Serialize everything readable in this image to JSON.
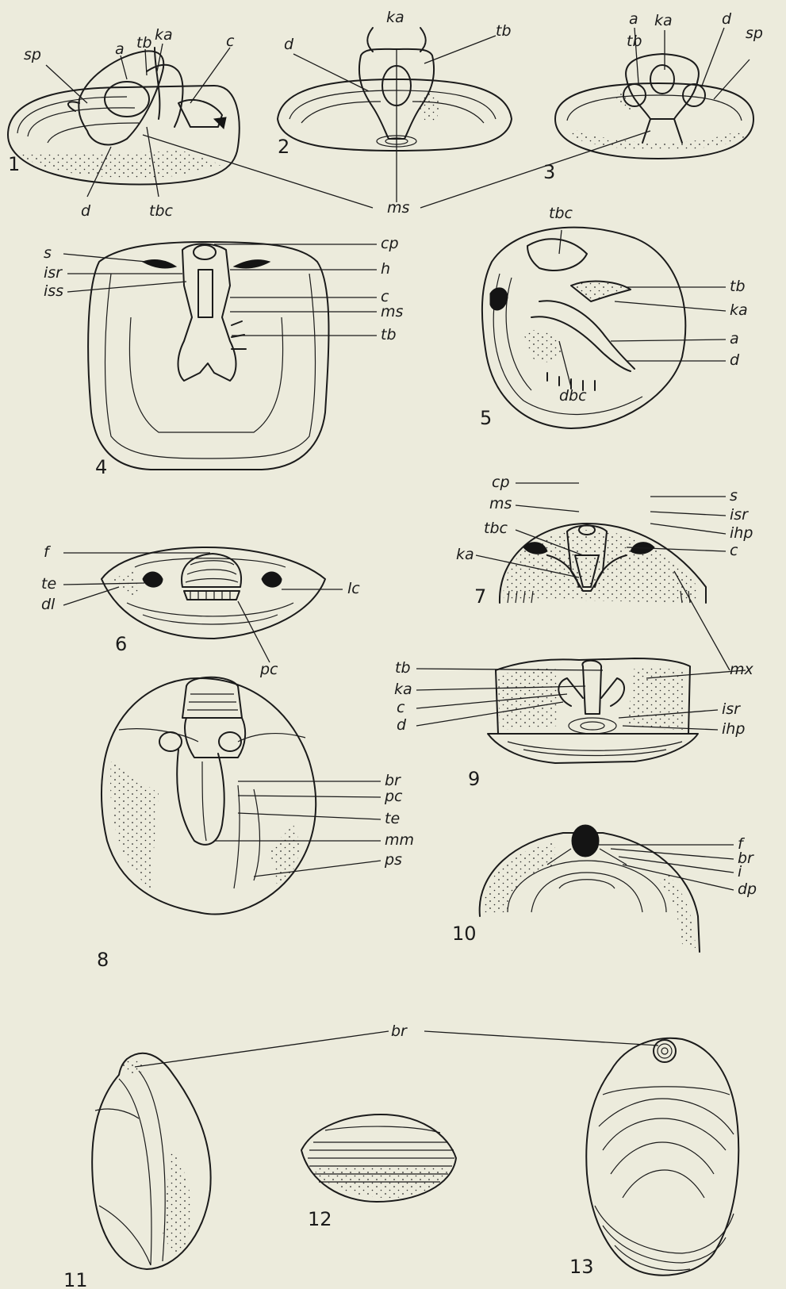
{
  "figures": [
    {
      "number": "1",
      "labels": [
        "sp",
        "a",
        "ka",
        "tb",
        "c",
        "d",
        "tbc"
      ]
    },
    {
      "number": "2",
      "labels": [
        "d",
        "ka",
        "tb"
      ]
    },
    {
      "number": "3",
      "labels": [
        "a",
        "ka",
        "tb",
        "d",
        "sp"
      ]
    },
    {
      "number": "4",
      "labels": [
        "s",
        "isr",
        "iss",
        "cp",
        "h",
        "c",
        "ms",
        "tb"
      ]
    },
    {
      "number": "5",
      "labels": [
        "tbc",
        "tb",
        "ka",
        "a",
        "d",
        "dbc"
      ]
    },
    {
      "number": "6",
      "labels": [
        "f",
        "te",
        "dl",
        "lc",
        "pc"
      ]
    },
    {
      "number": "7",
      "labels": [
        "cp",
        "ms",
        "tbc",
        "ka",
        "s",
        "isr",
        "ihp",
        "c",
        "mx"
      ]
    },
    {
      "number": "8",
      "labels": [
        "br",
        "pc",
        "te",
        "mm",
        "ps"
      ]
    },
    {
      "number": "9",
      "labels": [
        "tb",
        "ka",
        "c",
        "d",
        "isr",
        "ihp"
      ]
    },
    {
      "number": "10",
      "labels": [
        "f",
        "br",
        "i",
        "dp"
      ]
    },
    {
      "number": "11",
      "labels": []
    },
    {
      "number": "12",
      "labels": []
    },
    {
      "number": "13",
      "labels": []
    }
  ],
  "shared_labels": {
    "ms": "ms",
    "br": "br"
  }
}
